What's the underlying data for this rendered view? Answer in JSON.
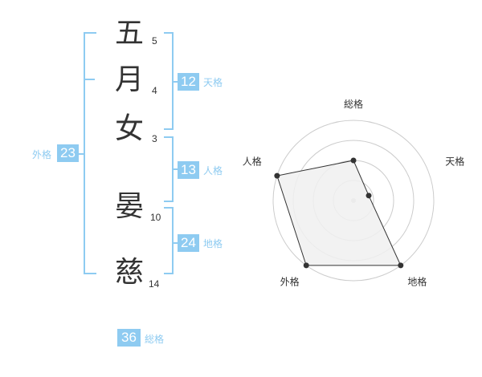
{
  "characters": [
    {
      "char": "五",
      "strokes": "5"
    },
    {
      "char": "月",
      "strokes": "4"
    },
    {
      "char": "女",
      "strokes": "3"
    },
    {
      "char": "晏",
      "strokes": "10"
    },
    {
      "char": "慈",
      "strokes": "14"
    }
  ],
  "grids": {
    "tenkaku": {
      "value": "12",
      "label": "天格"
    },
    "jinkaku": {
      "value": "13",
      "label": "人格"
    },
    "chikaku": {
      "value": "24",
      "label": "地格"
    },
    "gaikaku": {
      "value": "23",
      "label": "外格"
    },
    "soukaku": {
      "value": "36",
      "label": "総格"
    }
  },
  "radar": {
    "axes": [
      "総格",
      "天格",
      "地格",
      "外格",
      "人格"
    ],
    "values": [
      0.5,
      0.2,
      1.0,
      1.0,
      1.0
    ],
    "rings": 4,
    "colors": {
      "fill": "#f0f0f0",
      "line": "#333333",
      "ring": "#cccccc",
      "accent": "#8ecbf1"
    }
  }
}
